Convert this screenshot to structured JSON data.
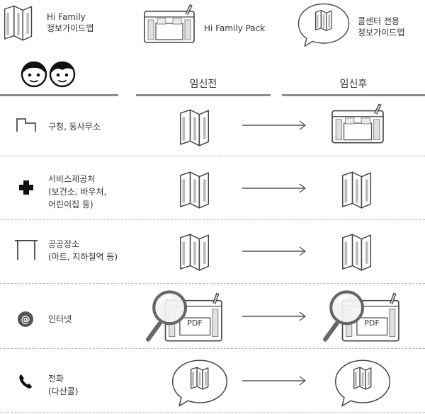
{
  "legend": {
    "map_label": [
      "Hi Family",
      "정보가이드맵"
    ],
    "pack_label": "Hi Family Pack",
    "callcenter_label": [
      "콜센터 전용",
      "정보가이드맵"
    ]
  },
  "columns": {
    "before": "임신전",
    "after": "임신후"
  },
  "rows": [
    {
      "label": [
        "구청, 동사무소"
      ],
      "icon": "building-icon",
      "before": "guide-map",
      "after": "family-pack"
    },
    {
      "label": [
        "서비스제공처",
        "(보건소, 바우처,",
        "어린이집 등)"
      ],
      "icon": "cross-icon",
      "before": "guide-map",
      "after": "guide-map"
    },
    {
      "label": [
        "공공장소",
        "(마트, 지하철역 등)"
      ],
      "icon": "table-icon",
      "before": "guide-map",
      "after": "guide-map"
    },
    {
      "label": [
        "인터넷"
      ],
      "icon": "at-icon",
      "before": "pdf-search",
      "after": "pdf-search",
      "pdf_text": "PDF"
    },
    {
      "label": [
        "전화",
        "(다산콜)"
      ],
      "icon": "phone-icon",
      "before": "callcenter-map",
      "after": "callcenter-map"
    }
  ],
  "colors": {
    "rule": "#8c8c8c",
    "line": "#555555",
    "fill": "#e6e6e6",
    "dash": "#b5b5b5"
  }
}
